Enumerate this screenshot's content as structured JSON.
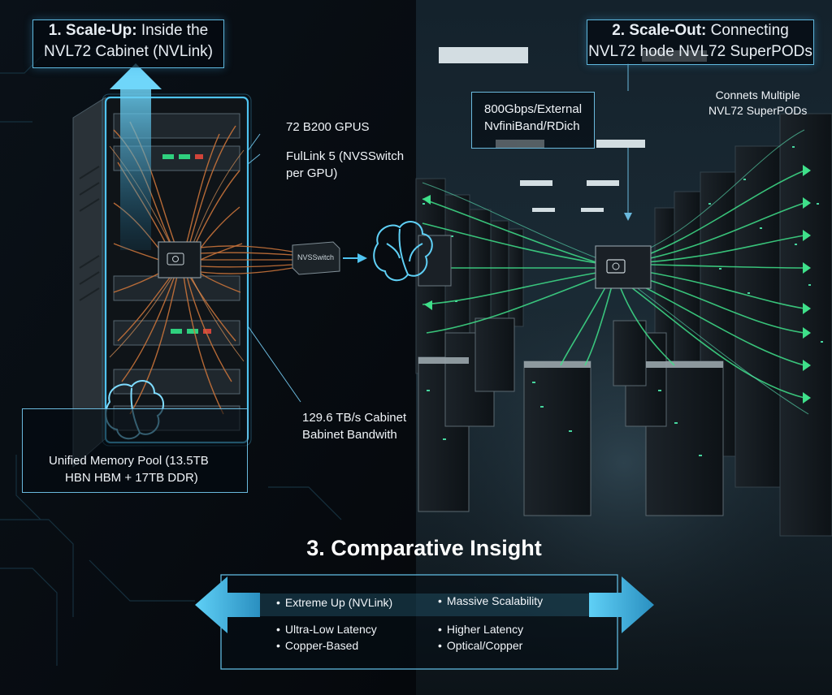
{
  "scale_up": {
    "title_number": "1. Scale-Up:",
    "title_rest": "Inside the",
    "title_line2": "NVL72 Cabinet (NVLink)",
    "gpu_label": "72 B200 GPUS",
    "link_label_line1": "FulLink 5 (NVSSwitch",
    "link_label_line2": "per GPU)",
    "bandwidth_line1": "129.6 TB/s Cabinet",
    "bandwidth_line2": "Babinet Bandwith",
    "memory_line1": "Unified Memory Pool (13.5TB",
    "memory_line2": "HBN HBM + 17TB DDR)",
    "switch_label": "NVSSwitch"
  },
  "scale_out": {
    "title_number": "2. Scale-Out:",
    "title_rest": "Connecting",
    "title_line2": "NVL72 hode NVL72 SuperPODs",
    "external_line1": "800Gbps/External",
    "external_line2": "NvfiniBand/RDich",
    "connects_line1": "Connets Multiple",
    "connects_line2": "NVL72 SuperPODs"
  },
  "comparative": {
    "title": "3. Comparative Insight",
    "left_items": [
      "Extreme Up (NVLink)",
      "Ultra-Low Latency",
      "Copper-Based"
    ],
    "right_items": [
      "Massive Scalability",
      "Higher Latency",
      "Optical/Copper"
    ]
  },
  "colors": {
    "accent_blue": "#4fc3f0",
    "copper": "#c8733a",
    "network_green": "#3fe08a"
  },
  "icons": [
    "brain-icon",
    "nvidia-chip-icon",
    "double-arrow-icon",
    "up-arrow-icon"
  ]
}
